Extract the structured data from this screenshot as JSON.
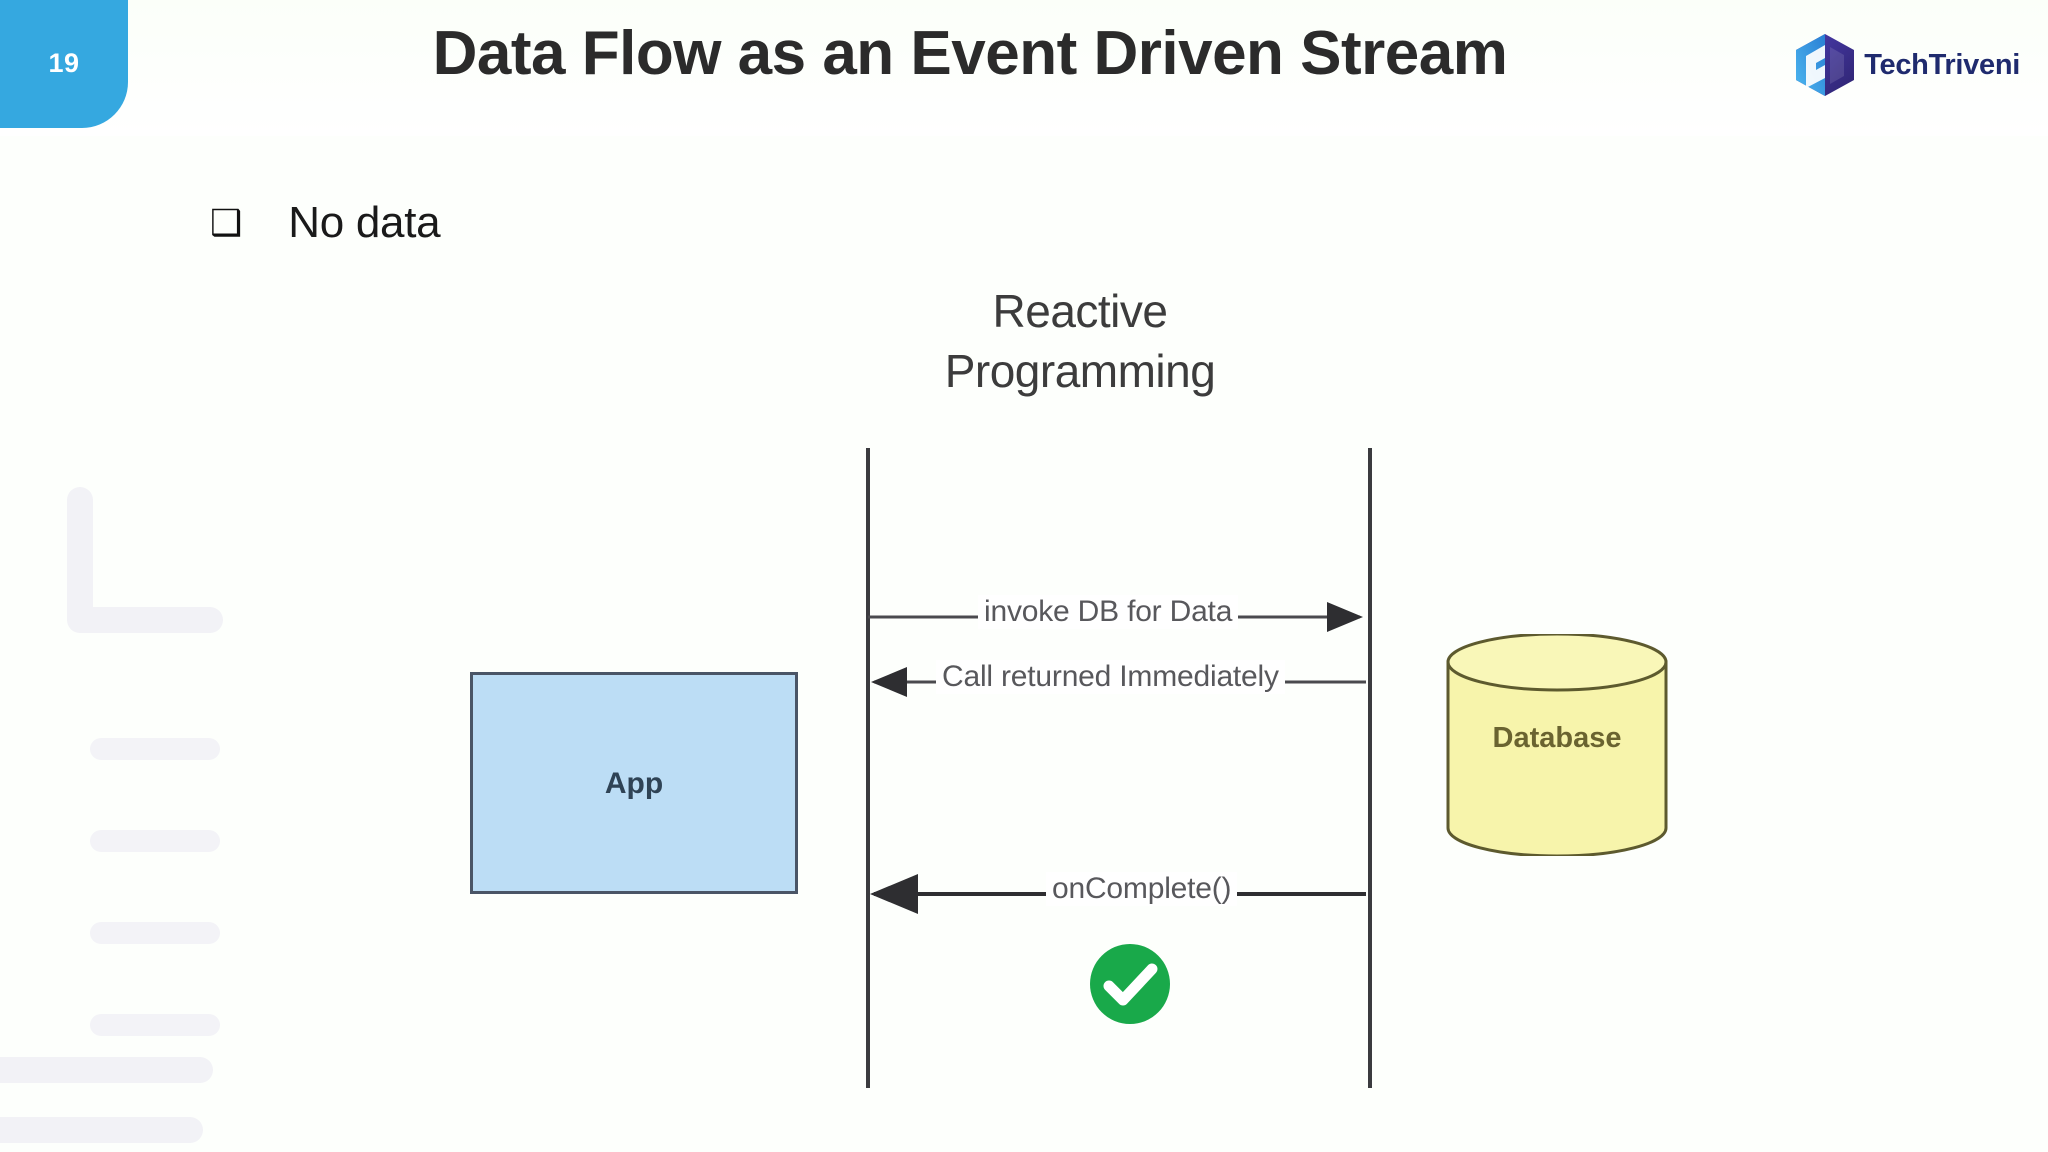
{
  "slide": {
    "number": "19",
    "title": "Data Flow as an Event Driven Stream",
    "background_color": "#fdfffc",
    "badge_color": "#35a8e0"
  },
  "logo": {
    "text_primary": "Tech",
    "text_secondary": "Triveni",
    "mark_name": "techtriveni-hexagon-logo",
    "color_blue": "#2a8fe0",
    "color_purple": "#3b2f8f",
    "text_color": "#1f2b6e"
  },
  "bullets": [
    {
      "marker": "❑",
      "text": "No data"
    }
  ],
  "diagram": {
    "title_line1": "Reactive",
    "title_line2": "Programming",
    "actors": [
      {
        "name": "app",
        "label": "App",
        "fill": "#bcddf5",
        "stroke": "#4a5566"
      },
      {
        "name": "database",
        "label": "Database",
        "fill": "#f7f4ab",
        "stroke": "#6a6330"
      }
    ],
    "messages": [
      {
        "label": "invoke DB for Data",
        "direction": "right"
      },
      {
        "label": "Call returned Immediately",
        "direction": "left"
      },
      {
        "label": "onComplete()",
        "direction": "left"
      }
    ],
    "status": {
      "name": "success-check",
      "color": "#19a94a",
      "glyph": "check"
    }
  }
}
